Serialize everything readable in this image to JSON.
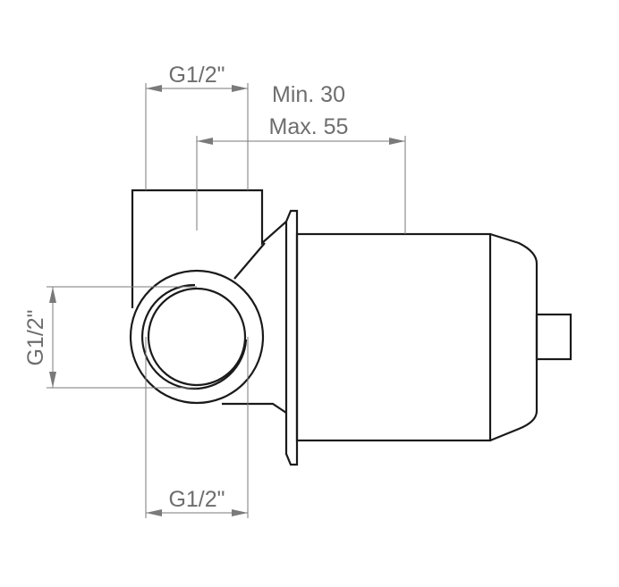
{
  "dimensions": {
    "top_inlet": "G1/2\"",
    "wall_depth_min": "Min. 30",
    "wall_depth_max": "Max. 55",
    "side_inlet": "G1/2\"",
    "bottom_outlet": "G1/2\""
  },
  "colors": {
    "outline": "#1a1a1a",
    "dimension": "#7a7a7a",
    "label": "#6e6e6e",
    "background": "#ffffff"
  }
}
